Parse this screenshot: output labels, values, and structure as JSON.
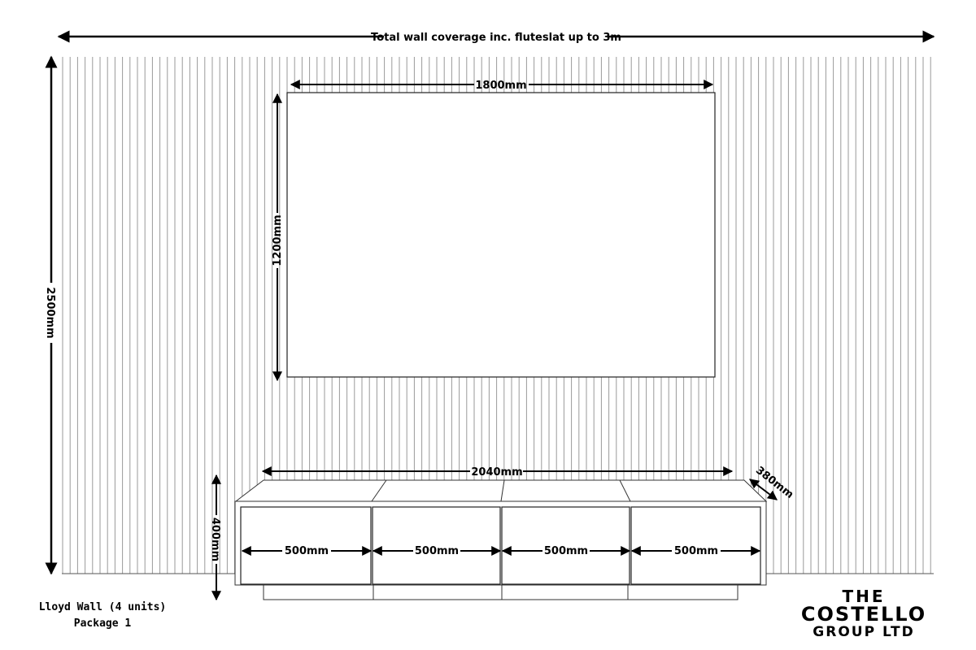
{
  "dimensions": {
    "wall_width_label": "Total wall coverage inc. fluteslat up to 3m",
    "wall_height_label": "2500mm",
    "tv_width_label": "1800mm",
    "tv_height_label": "1200mm",
    "unit_width_label": "2040mm",
    "unit_depth_label": "380mm",
    "unit_height_label": "400mm",
    "section_labels": [
      "500mm",
      "500mm",
      "500mm",
      "500mm"
    ]
  },
  "caption": {
    "line1": "Lloyd Wall (4 units)",
    "line2": "Package 1"
  },
  "logo": {
    "line1": "THE",
    "line2": "COSTELLO",
    "line3": "GROUP LTD"
  },
  "colors": {
    "slat": "#9a9a9a",
    "line": "#000000",
    "background": "#ffffff"
  }
}
